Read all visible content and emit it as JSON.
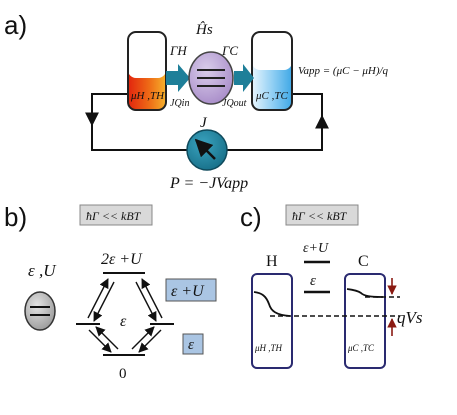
{
  "panels": {
    "a": "a)",
    "b": "b)",
    "c": "c)"
  },
  "panel_a": {
    "system_label": "Ĥs",
    "rate_hot": "ΓH",
    "rate_cold": "ΓC",
    "current_in": "JQin",
    "current_out": "JQout",
    "hot_reservoir": "μH ,TH",
    "cold_reservoir": "μC ,TC",
    "voltage_eq": "Vapp = (μC − μH)/q",
    "current": "J",
    "power_eq": "P = −JVapp"
  },
  "panel_b": {
    "regime_badge": "ħΓ << kBT",
    "dot_label": "ε ,U",
    "top_state": "2ε +U",
    "mid_state": "ε",
    "bottom_state": "0",
    "box_upper": "ε +U",
    "box_lower": "ε"
  },
  "panel_c": {
    "regime_badge": "ħΓ << kBT",
    "hot_letter": "H",
    "cold_letter": "C",
    "level_upper": "ε+U",
    "level_lower": "ε",
    "hot_reservoir": "μH ,TH",
    "cold_reservoir": "μC ,TC",
    "bias": "qVs"
  },
  "colors": {
    "arrow_teal": "#1e7f99",
    "system_purple": "#b9a3d6",
    "hot_red": "#e12c10",
    "hot_orange": "#f4a020",
    "cold_blue": "#56b4ec",
    "badge_gray": "#d9d9d9",
    "level_box_blue": "#aac5e3",
    "reservoir_navy": "#2a2a70",
    "bias_red": "#8a1a12"
  }
}
